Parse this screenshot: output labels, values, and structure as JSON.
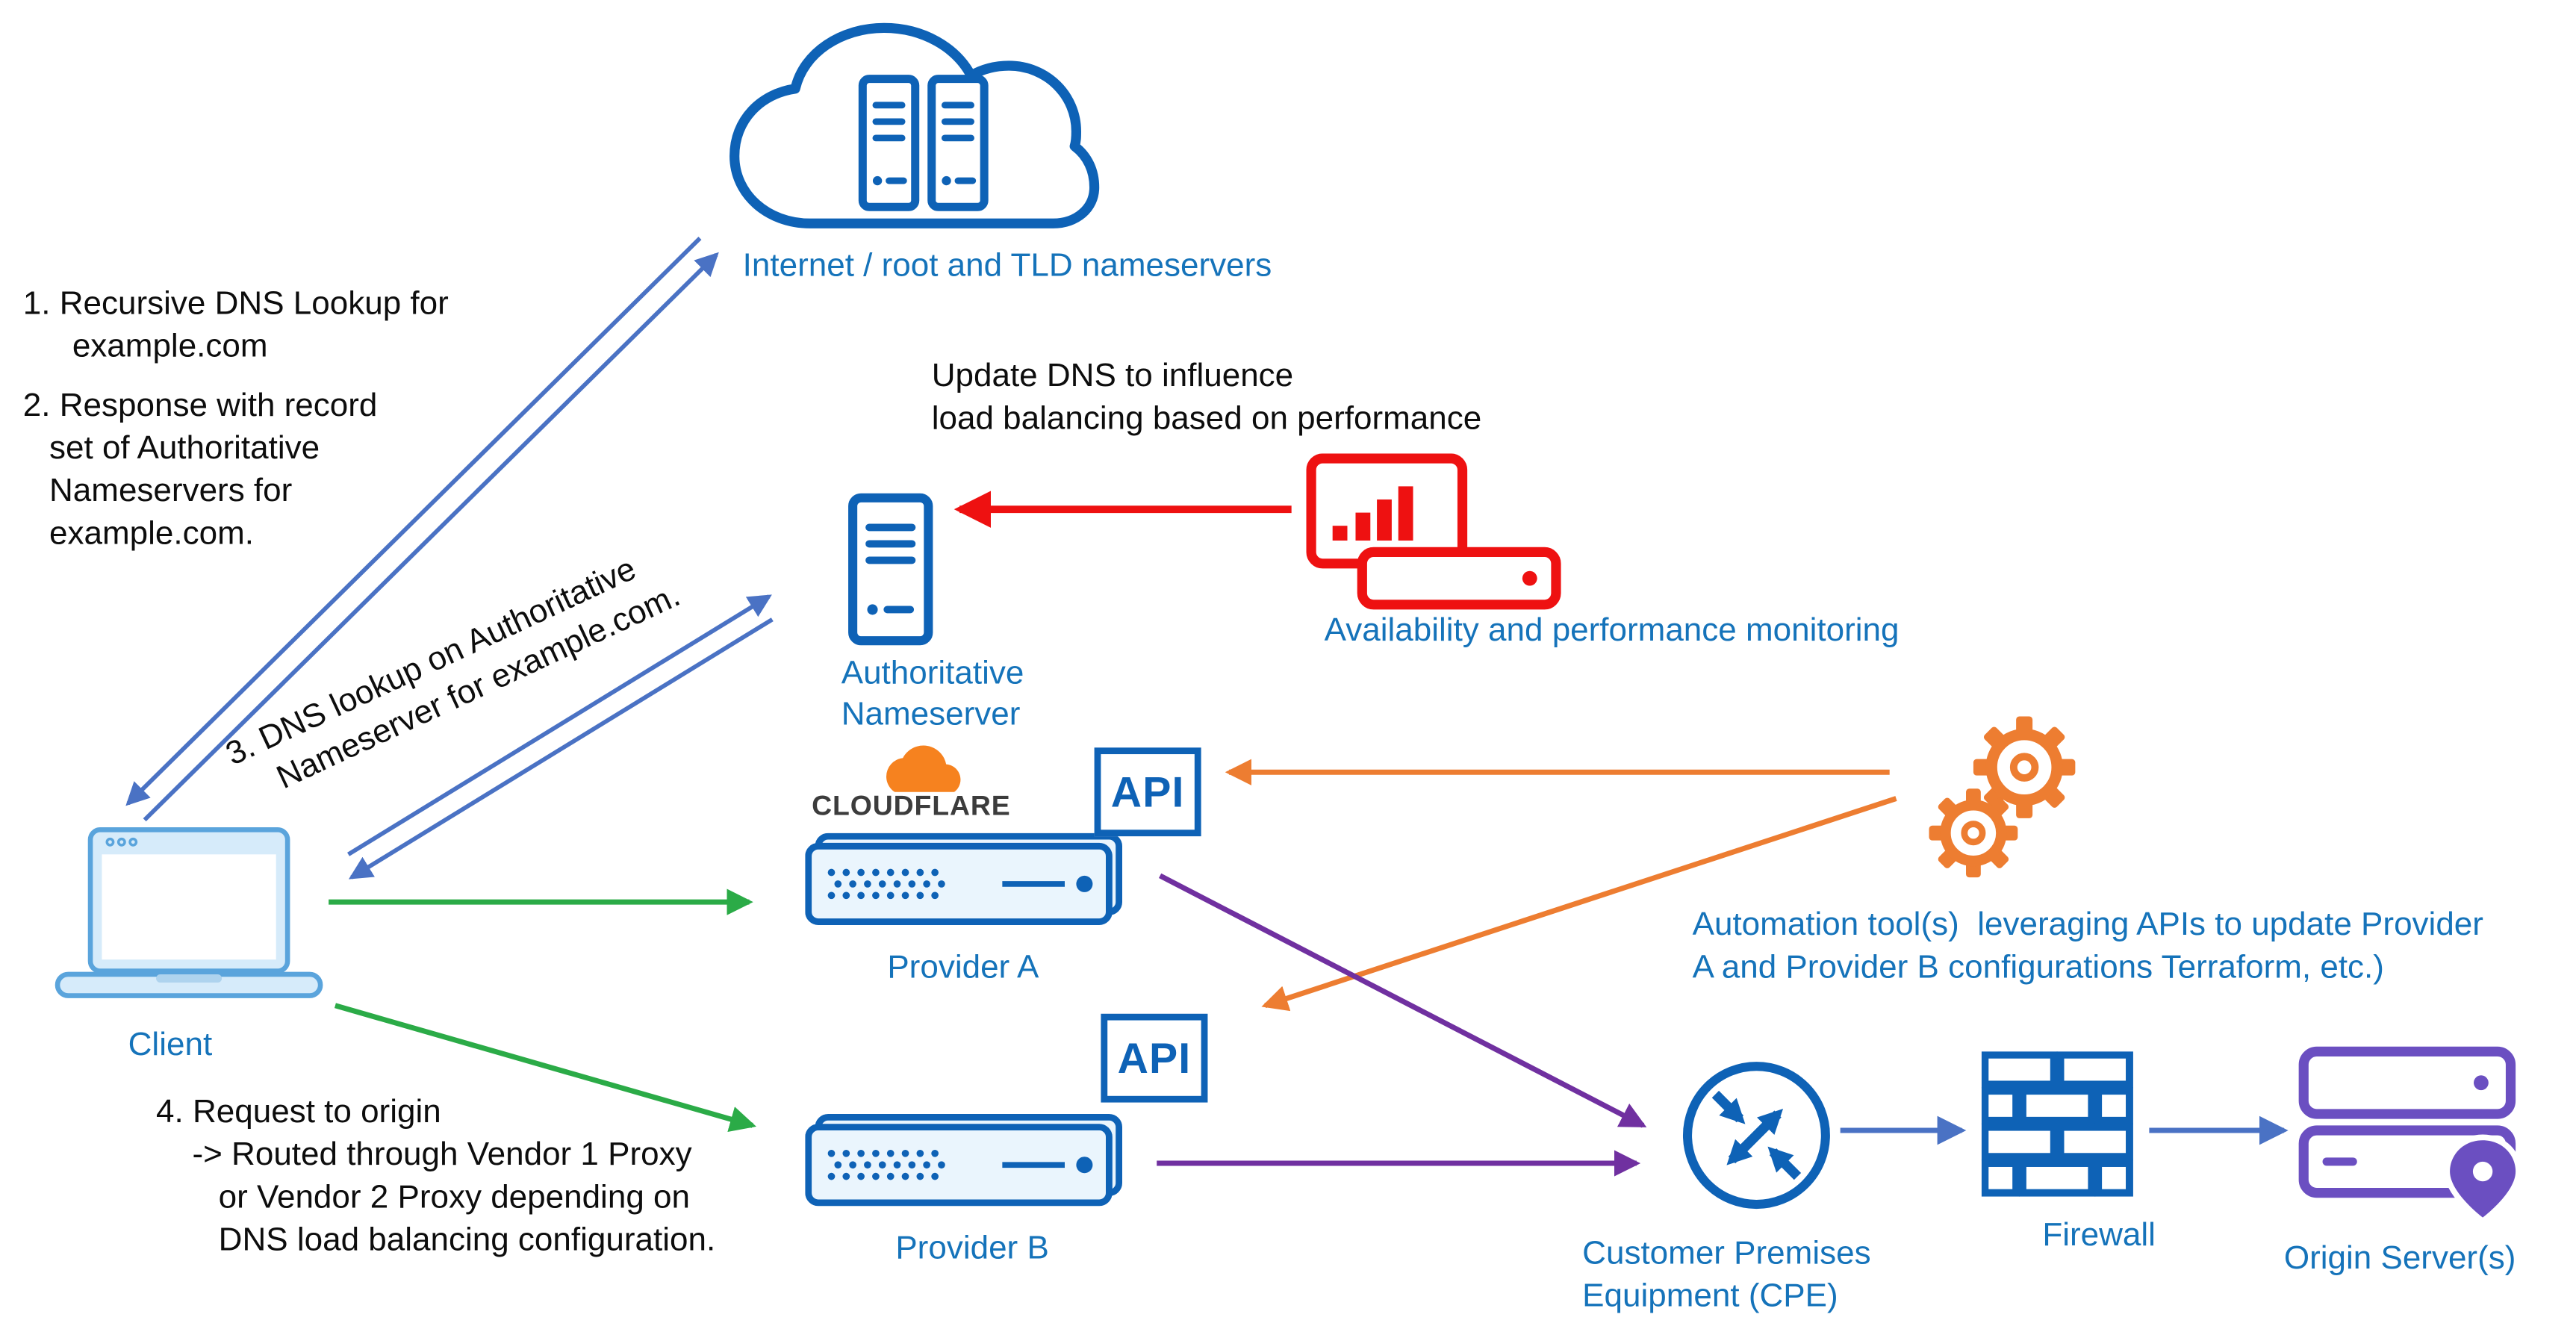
{
  "palette": {
    "label_blue": "#1573ba",
    "icon_blue": "#0e62b6",
    "arrow_blue": "#4a72c4",
    "green": "#2bab47",
    "red": "#ee1111",
    "orange": "#ed7d31",
    "cf_orange": "#f6821f",
    "purple_arrow": "#7030a0",
    "purple_icon": "#6b4fc1",
    "text_black": "#0d0d0d",
    "logo_dark": "#3c3c3c",
    "laptop_blue": "#5aa4dc",
    "laptop_fill": "#d6ebfa"
  },
  "nodes": {
    "internet": {
      "label": "Internet / root and TLD nameservers"
    },
    "authoritative": {
      "lines": [
        "Authoritative",
        "Nameserver"
      ]
    },
    "monitoring": {
      "label": "Availability and performance monitoring"
    },
    "client": {
      "label": "Client"
    },
    "provider_a": {
      "label": "Provider A",
      "logo_text": "CLOUDFLARE",
      "api_label": "API"
    },
    "provider_b": {
      "label": "Provider B",
      "api_label": "API"
    },
    "automation": {
      "lines": [
        "Automation tool(s)  leveraging APIs to update Provider",
        "A and Provider B configurations Terraform, etc.)"
      ]
    },
    "cpe": {
      "lines": [
        "Customer Premises",
        "Equipment (CPE)"
      ]
    },
    "firewall": {
      "label": "Firewall"
    },
    "origin": {
      "label": "Origin Server(s)"
    }
  },
  "annotations": {
    "step1": {
      "lines": [
        "1. Recursive DNS Lookup for",
        "example.com"
      ]
    },
    "step2": {
      "lines": [
        "2. Response with record",
        "set of Authoritative",
        "Nameservers for",
        "example.com."
      ]
    },
    "step3": {
      "lines": [
        "3. DNS lookup on Authoritative",
        "Nameserver for example.com."
      ]
    },
    "step4": {
      "lines": [
        "4. Request to origin",
        "-> Routed through Vendor 1 Proxy",
        "or Vendor 2 Proxy depending on",
        "DNS load balancing configuration."
      ]
    },
    "update_dns": {
      "lines": [
        "Update DNS to influence",
        "load balancing based on performance"
      ]
    }
  }
}
